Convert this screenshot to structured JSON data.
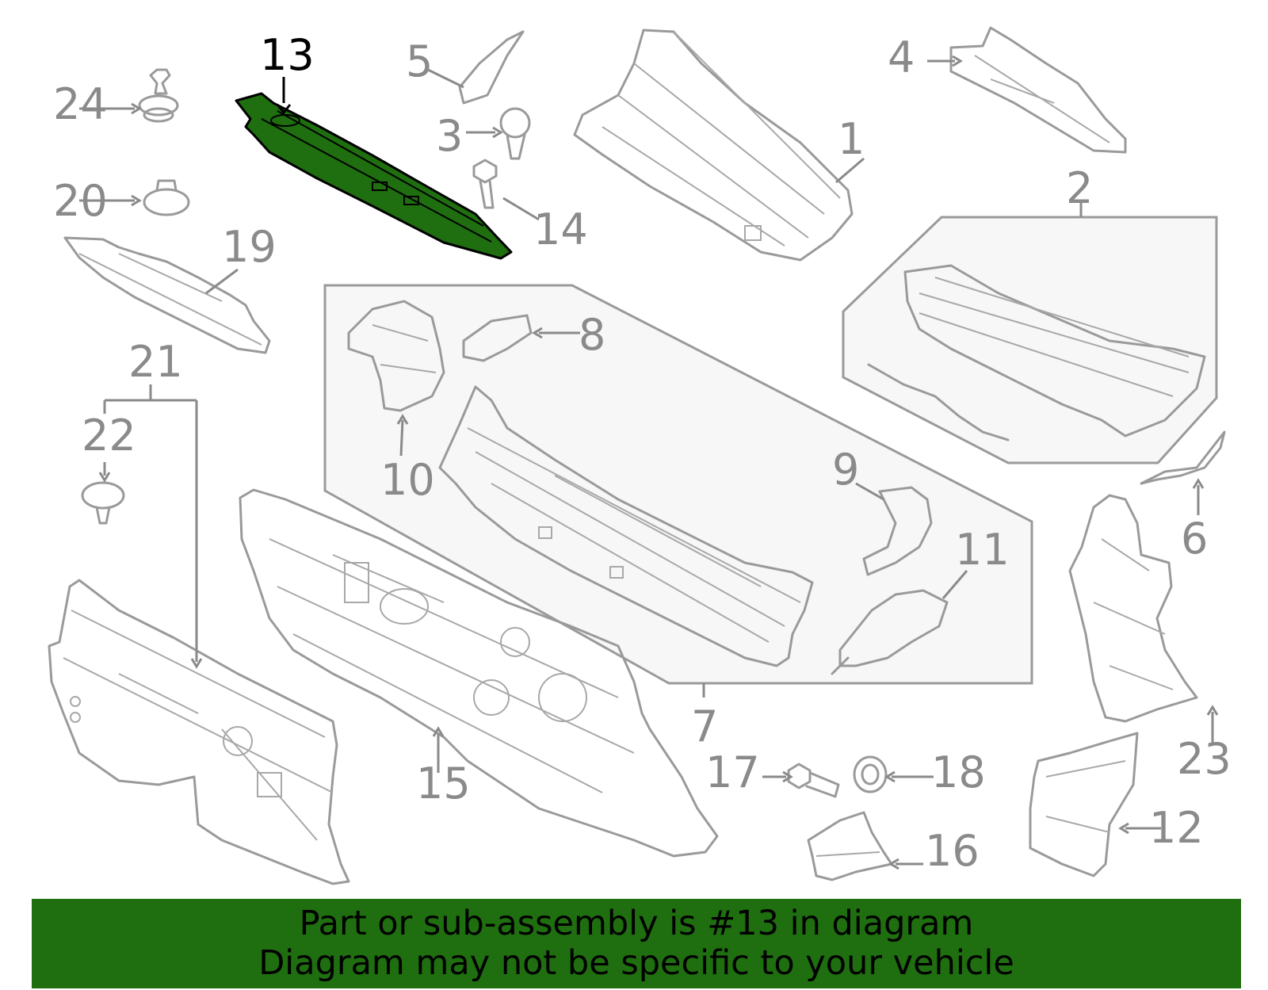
{
  "highlight": {
    "part_number": "13",
    "fill_color": "#1f6e10",
    "outline_color": "#000000"
  },
  "callouts": [
    {
      "id": "1",
      "label": "1"
    },
    {
      "id": "2",
      "label": "2"
    },
    {
      "id": "3",
      "label": "3"
    },
    {
      "id": "4",
      "label": "4"
    },
    {
      "id": "5",
      "label": "5"
    },
    {
      "id": "6",
      "label": "6"
    },
    {
      "id": "7",
      "label": "7"
    },
    {
      "id": "8",
      "label": "8"
    },
    {
      "id": "9",
      "label": "9"
    },
    {
      "id": "10",
      "label": "10"
    },
    {
      "id": "11",
      "label": "11"
    },
    {
      "id": "12",
      "label": "12"
    },
    {
      "id": "13",
      "label": "13"
    },
    {
      "id": "14",
      "label": "14"
    },
    {
      "id": "15",
      "label": "15"
    },
    {
      "id": "16",
      "label": "16"
    },
    {
      "id": "17",
      "label": "17"
    },
    {
      "id": "18",
      "label": "18"
    },
    {
      "id": "19",
      "label": "19"
    },
    {
      "id": "20",
      "label": "20"
    },
    {
      "id": "21",
      "label": "21"
    },
    {
      "id": "22",
      "label": "22"
    },
    {
      "id": "23",
      "label": "23"
    },
    {
      "id": "24",
      "label": "24"
    }
  ],
  "banner": {
    "line1": "Part or sub-assembly is #13 in diagram",
    "line2": "Diagram may not be specific to your vehicle",
    "background": "#1f6e10"
  }
}
